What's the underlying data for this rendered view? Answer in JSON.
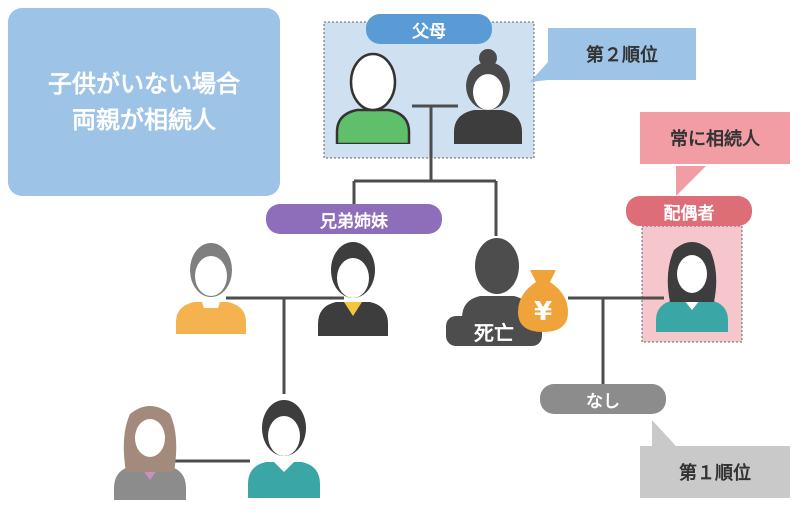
{
  "title": {
    "text": "子供がいない場合\n両親が相続人"
  },
  "labels": {
    "parents": "父母",
    "siblings": "兄弟姉妹",
    "spouse": "配偶者",
    "deceased": "死亡",
    "children_none": "なし"
  },
  "callouts": {
    "second_rank": "第２順位",
    "always_heir": "常に相続人",
    "first_rank": "第１順位"
  },
  "icons": {
    "inheritance": "yen-money-bag-icon"
  },
  "colors": {
    "title_bg": "#9dc3e6",
    "parents_pill": "#5b9bd5",
    "parents_box": "#cfe0f1",
    "siblings_pill": "#8e6dba",
    "spouse_pill": "#dd6d77",
    "spouse_box": "#f5c6cb",
    "always_callout": "#f29ca4",
    "second_callout": "#9dc3e6",
    "first_callout": "#c9c9c9",
    "deceased_pill": "#4d4d4d",
    "none_pill": "#8c8c8c",
    "yen_bag": "#f0a33a"
  }
}
